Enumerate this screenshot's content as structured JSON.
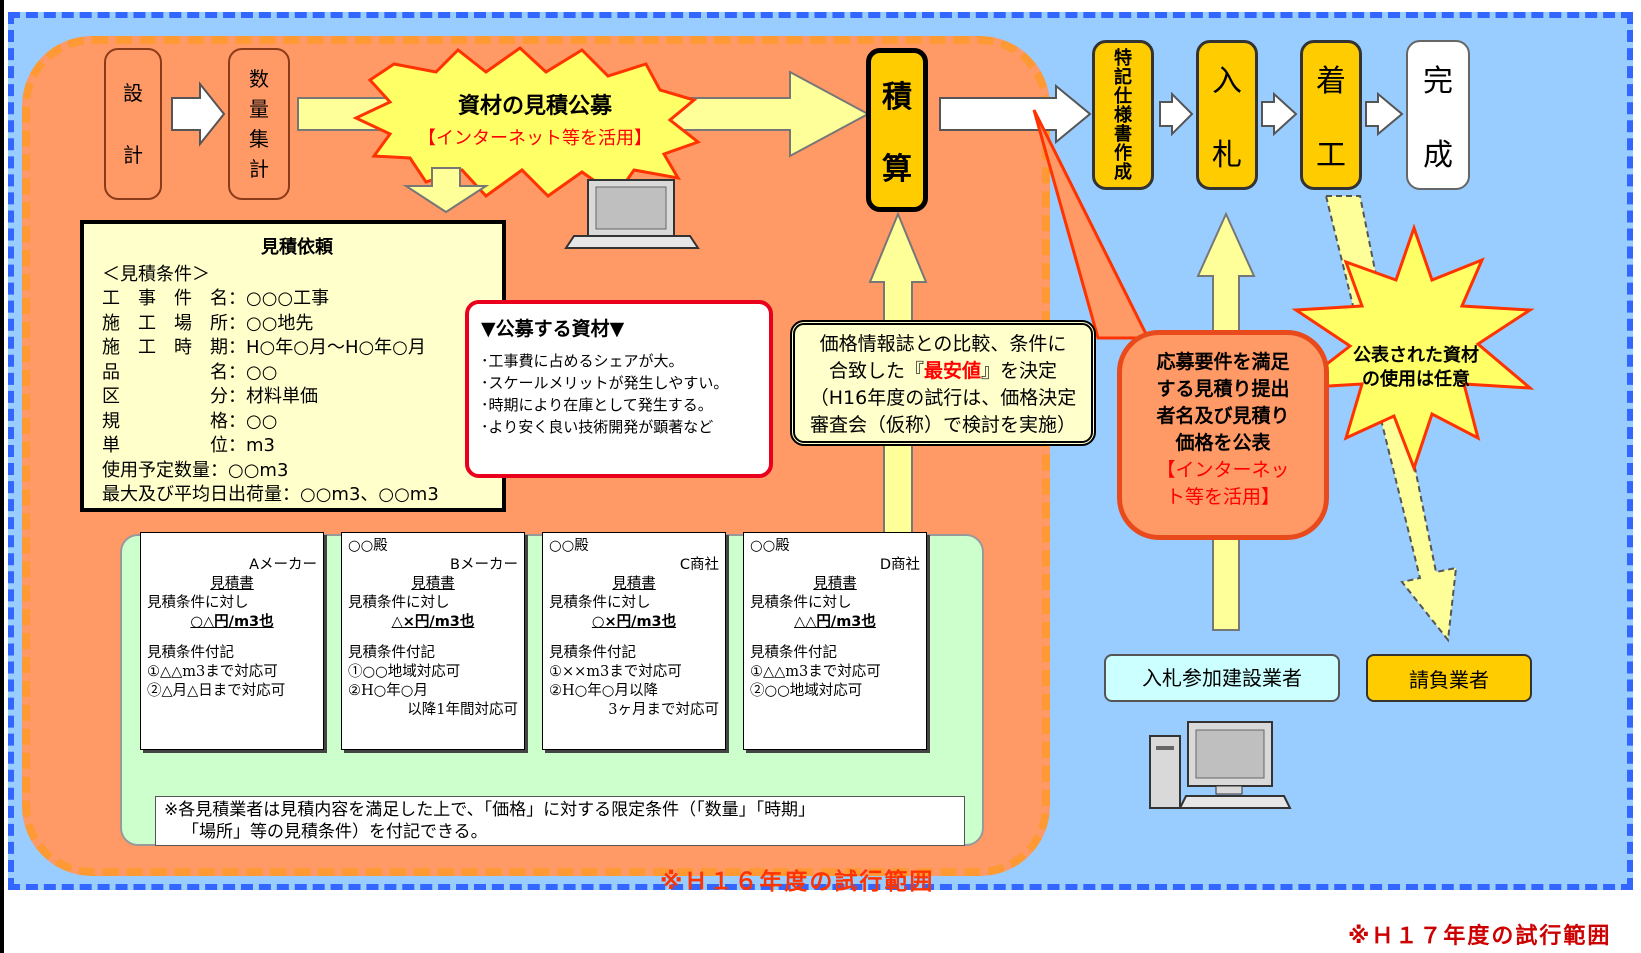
{
  "steps": {
    "design": [
      "設",
      "計"
    ],
    "quantity": [
      "数",
      "量",
      "集",
      "計"
    ],
    "estimate": [
      "積",
      "算"
    ],
    "spec": [
      "特",
      "記",
      "仕",
      "様",
      "書",
      "作",
      "成"
    ],
    "bid": [
      "入",
      "札"
    ],
    "start": [
      "着",
      "工"
    ],
    "complete": [
      "完",
      "成"
    ]
  },
  "solicit": {
    "title": "資材の見積公募",
    "sub": "【インターネット等を活用】"
  },
  "request": {
    "title": "見積依頼",
    "lines": [
      "＜見積条件＞",
      "工　事　件　名：○○○工事",
      "施　工　場　所：○○地先",
      "施　工　時　期：H○年○月～H○年○月",
      "品　　　　　名：○○",
      "区　　　　　分：材料単価",
      "規　　　　　格：○○",
      "単　　　　　位：m3",
      "使用予定数量：○○m3",
      "最大及び平均日出荷量：○○m3、○○m3"
    ]
  },
  "materials": {
    "title": "▼公募する資材▼",
    "items": [
      "･工事費に占めるシェアが大。",
      "･スケールメリットが発生しやすい。",
      "･時期により在庫として発生する。",
      "･より安く良い技術開発が顕著など"
    ]
  },
  "price": {
    "line1": "価格情報誌との比較、条件に",
    "line2_pre": "合致した『",
    "line2_red": "最安値",
    "line2_post": "』を決定",
    "line3": "（H16年度の試行は、価格決定",
    "line4": "審査会（仮称）で検討を実施）"
  },
  "publish": {
    "lines": [
      "応募要件を満足",
      "する見積り提出",
      "者名及び見積り",
      "価格を公表"
    ],
    "sub": [
      "【インターネッ",
      "ト等を活用】"
    ]
  },
  "starburst": [
    "公表された資材",
    "の使用は任意"
  ],
  "cards": [
    {
      "addressee": "",
      "company": "Aメーカー",
      "title": "見積書",
      "cond": "見積条件に対し",
      "price": "○△円/m3也",
      "note_title": "見積条件付記",
      "notes": [
        "①△△m3まで対応可",
        "②△月△日まで対応可"
      ]
    },
    {
      "addressee": "○○殿",
      "company": "Bメーカー",
      "title": "見積書",
      "cond": "見積条件に対し",
      "price": "△×円/m3也",
      "note_title": "見積条件付記",
      "notes": [
        "①○○地域対応可",
        "②H○年○月",
        "以降1年間対応可"
      ]
    },
    {
      "addressee": "○○殿",
      "company": "C商社",
      "title": "見積書",
      "cond": "見積条件に対し",
      "price": "○×円/m3也",
      "note_title": "見積条件付記",
      "notes": [
        "①××m3まで対応可",
        "②H○年○月以降",
        "3ヶ月まで対応可"
      ]
    },
    {
      "addressee": "○○殿",
      "company": "D商社",
      "title": "見積書",
      "cond": "見積条件に対し",
      "price": "△△円/m3也",
      "note_title": "見積条件付記",
      "notes": [
        "①△△m3まで対応可",
        "②○○地域対応可"
      ]
    }
  ],
  "note": {
    "line1": "※各見積業者は見積内容を満足した上で、「価格」に対する限定条件（「数量」「時期」",
    "line2": "「場所」等の見積条件）を付記できる。"
  },
  "bidders": "入札参加建設業者",
  "contractor": "請負業者",
  "scope_h16": "※Ｈ１６年度の試行範囲",
  "scope_h17": "※Ｈ１７年度の試行範囲",
  "colors": {
    "h17_bg": "#99ccff",
    "h16_bg": "#ff9966",
    "step_yellow": "#ffcc00",
    "note_yellow": "#ffffcc",
    "estimates_bg": "#ccffcc",
    "arrow_fill": "#ffff99",
    "red": "#ff0000"
  },
  "icons": [
    "laptop-icon",
    "desktop-computer-icon"
  ]
}
